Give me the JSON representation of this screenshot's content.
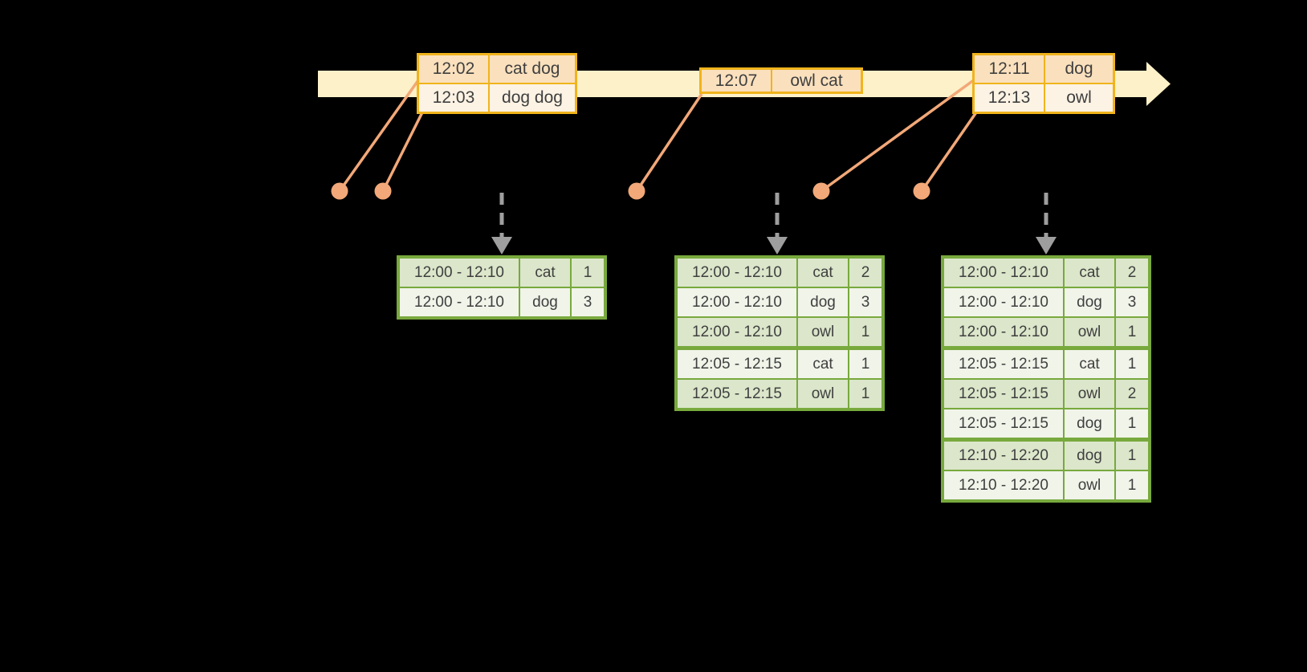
{
  "colors": {
    "timeline_band": "#FCF1C9",
    "event_border": "#F0B41C",
    "event_row_odd": "#FAE0BD",
    "event_row_even": "#FCF3E4",
    "connector": "#F2A878",
    "dashed_arrow": "#9E9E9E",
    "result_border": "#78A93D",
    "result_row_odd": "#DBE6CA",
    "result_row_even": "#F0F4E9",
    "text": "#3F3F3F",
    "background": "#000000"
  },
  "timeline": {
    "event_tables": [
      {
        "name": "events-1",
        "rows": [
          {
            "time": "12:02",
            "words": "cat dog"
          },
          {
            "time": "12:03",
            "words": "dog dog"
          }
        ]
      },
      {
        "name": "events-2",
        "rows": [
          {
            "time": "12:07",
            "words": "owl cat"
          }
        ]
      },
      {
        "name": "events-3",
        "rows": [
          {
            "time": "12:11",
            "words": "dog"
          },
          {
            "time": "12:13",
            "words": "owl"
          }
        ]
      }
    ],
    "event_dot_count": 5
  },
  "result_tables": [
    {
      "name": "result-table-1",
      "rows": [
        {
          "window": "12:00 - 12:10",
          "word": "cat",
          "count": "1"
        },
        {
          "window": "12:00 - 12:10",
          "word": "dog",
          "count": "3"
        }
      ]
    },
    {
      "name": "result-table-2",
      "rows": [
        {
          "window": "12:00 - 12:10",
          "word": "cat",
          "count": "2"
        },
        {
          "window": "12:00 - 12:10",
          "word": "dog",
          "count": "3"
        },
        {
          "window": "12:00 - 12:10",
          "word": "owl",
          "count": "1"
        },
        {
          "window": "12:05 - 12:15",
          "word": "cat",
          "count": "1",
          "group_start": true
        },
        {
          "window": "12:05 - 12:15",
          "word": "owl",
          "count": "1"
        }
      ]
    },
    {
      "name": "result-table-3",
      "rows": [
        {
          "window": "12:00 - 12:10",
          "word": "cat",
          "count": "2"
        },
        {
          "window": "12:00 - 12:10",
          "word": "dog",
          "count": "3"
        },
        {
          "window": "12:00 - 12:10",
          "word": "owl",
          "count": "1"
        },
        {
          "window": "12:05 - 12:15",
          "word": "cat",
          "count": "1",
          "group_start": true
        },
        {
          "window": "12:05 - 12:15",
          "word": "owl",
          "count": "2"
        },
        {
          "window": "12:05 - 12:15",
          "word": "dog",
          "count": "1"
        },
        {
          "window": "12:10 - 12:20",
          "word": "dog",
          "count": "1",
          "group_start": true
        },
        {
          "window": "12:10 - 12:20",
          "word": "owl",
          "count": "1"
        }
      ]
    }
  ]
}
